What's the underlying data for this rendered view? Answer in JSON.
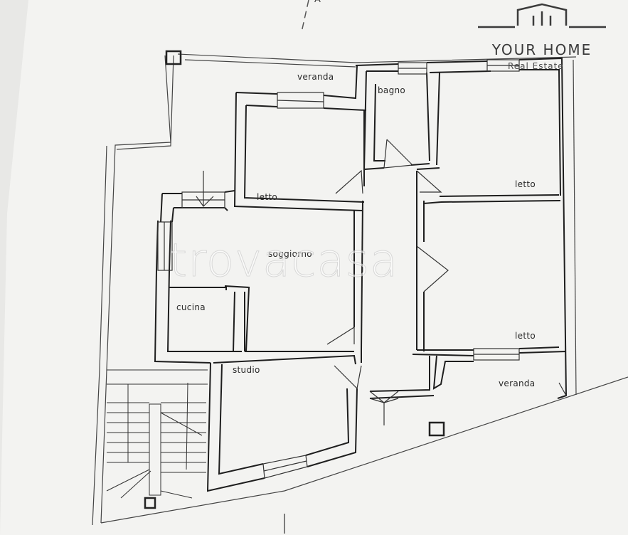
{
  "logo": {
    "name": "YOUR HOME",
    "subtitle": "Real Estate"
  },
  "watermark": "trovacasa",
  "section_mark": "A",
  "rooms": [
    {
      "id": "veranda-top",
      "label": "veranda"
    },
    {
      "id": "bagno",
      "label": "bagno"
    },
    {
      "id": "letto-1",
      "label": "letto"
    },
    {
      "id": "letto-2",
      "label": "letto"
    },
    {
      "id": "soggiorno",
      "label": "soggiorno"
    },
    {
      "id": "cucina",
      "label": "cucina"
    },
    {
      "id": "letto-3",
      "label": "letto"
    },
    {
      "id": "studio",
      "label": "studio"
    },
    {
      "id": "veranda-bottom",
      "label": "veranda"
    }
  ]
}
